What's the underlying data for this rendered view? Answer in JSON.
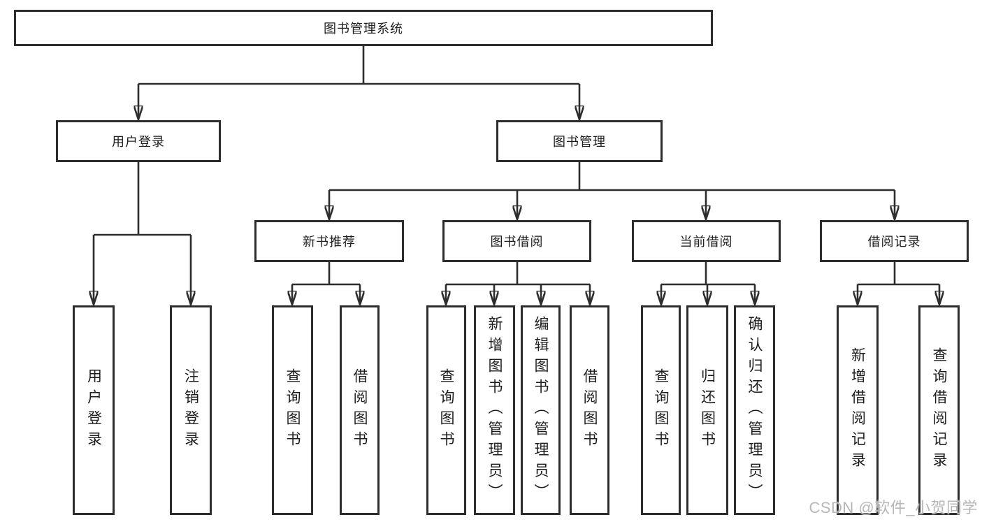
{
  "diagram": {
    "watermark": "CSDN @软件_小贺同学",
    "colors": {
      "border": "#2d2d2d",
      "text": "#1d1d1f",
      "background": "#ffffff",
      "watermark": "#b7b7b7"
    },
    "tree": {
      "root": {
        "label": "图书管理系统"
      },
      "branches": [
        {
          "label": "用户登录",
          "children": [
            {
              "label": "用户登录"
            },
            {
              "label": "注销登录"
            }
          ]
        },
        {
          "label": "图书管理",
          "children": [
            {
              "label": "新书推荐",
              "children": [
                {
                  "label": "查询图书"
                },
                {
                  "label": "借阅图书"
                }
              ]
            },
            {
              "label": "图书借阅",
              "children": [
                {
                  "label": "查询图书"
                },
                {
                  "label": "新增图书（管理员）"
                },
                {
                  "label": "编辑图书（管理员）"
                },
                {
                  "label": "借阅图书"
                }
              ]
            },
            {
              "label": "当前借阅",
              "children": [
                {
                  "label": "查询图书"
                },
                {
                  "label": "归还图书"
                },
                {
                  "label": "确认归还（管理员）"
                }
              ]
            },
            {
              "label": "借阅记录",
              "children": [
                {
                  "label": "新增借阅记录"
                },
                {
                  "label": "查询借阅记录"
                }
              ]
            }
          ]
        }
      ]
    }
  }
}
